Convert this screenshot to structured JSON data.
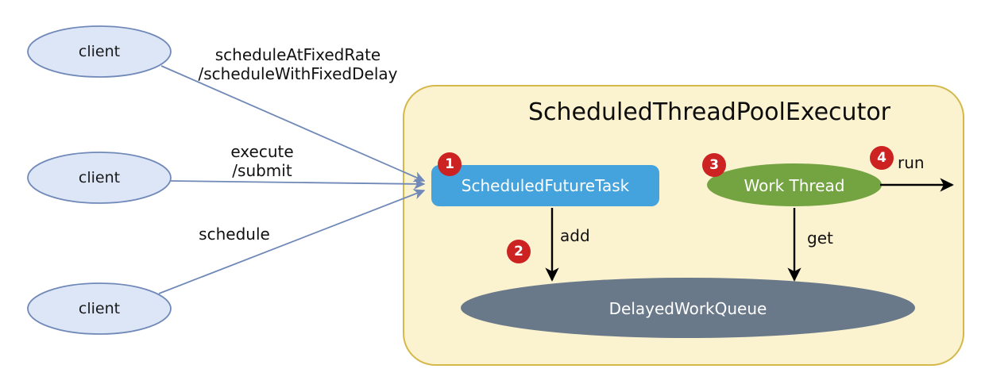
{
  "diagram": {
    "title": "ScheduledThreadPoolExecutor",
    "colors": {
      "container_fill": "#fbf2cf",
      "container_stroke": "#d4b84a",
      "client_fill": "#dce6f6",
      "client_stroke": "#7089b8",
      "arrow_blue": "#7089b8",
      "task_fill": "#44a2dc",
      "thread_fill": "#74a342",
      "queue_fill": "#6a7989",
      "badge_fill": "#cc2222",
      "arrow_black": "#000000",
      "page_background": "#ffffff"
    },
    "clients": [
      {
        "label": "client"
      },
      {
        "label": "client"
      },
      {
        "label": "client"
      }
    ],
    "client_edges": [
      {
        "label_line1": "scheduleAtFixedRate",
        "label_line2": "/scheduleWithFixedDelay"
      },
      {
        "label_line1": "execute",
        "label_line2": "/submit"
      },
      {
        "label_line1": "schedule",
        "label_line2": ""
      }
    ],
    "nodes": {
      "scheduled_future_task": "ScheduledFutureTask",
      "work_thread": "Work Thread",
      "delayed_work_queue": "DelayedWorkQueue"
    },
    "internal_edges": {
      "add": "add",
      "get": "get",
      "run": "run"
    },
    "badges": [
      {
        "number": "1"
      },
      {
        "number": "2"
      },
      {
        "number": "3"
      },
      {
        "number": "4"
      }
    ]
  }
}
